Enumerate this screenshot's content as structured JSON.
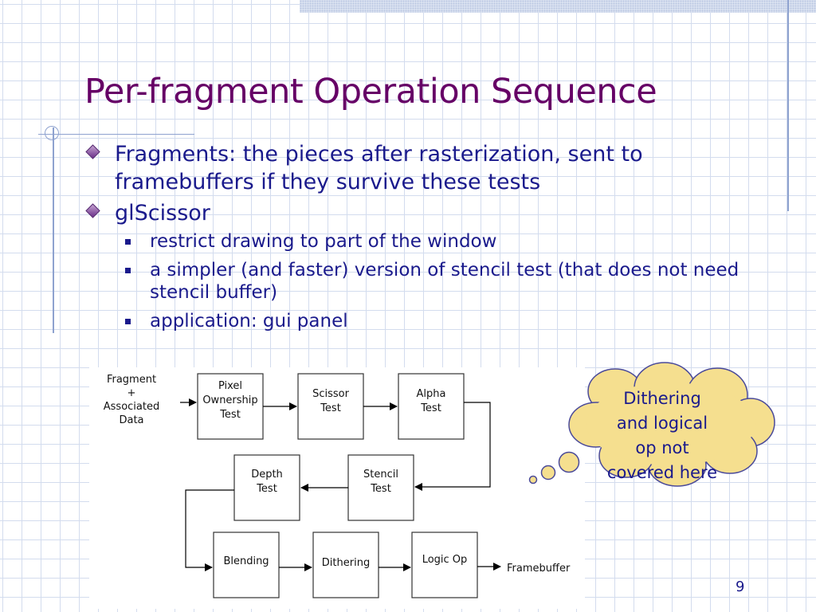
{
  "slide": {
    "title": "Per-fragment Operation Sequence",
    "page_number": "9"
  },
  "bullets": [
    {
      "text": "Fragments: the pieces after rasterization, sent to framebuffers if they survive these tests"
    },
    {
      "text": "glScissor"
    }
  ],
  "sub_bullets": [
    {
      "text": "restrict drawing to part of the window"
    },
    {
      "text": "a simpler (and faster) version of stencil test (that does not need stencil buffer)"
    },
    {
      "text": "application: gui panel"
    }
  ],
  "diagram": {
    "input_label": [
      "Fragment",
      "+",
      "Associated",
      "Data"
    ],
    "stages": [
      {
        "lines": [
          "Pixel",
          "Ownership",
          "Test"
        ]
      },
      {
        "lines": [
          "Scissor",
          "Test"
        ]
      },
      {
        "lines": [
          "Alpha",
          "Test"
        ]
      },
      {
        "lines": [
          "Stencil",
          "Test"
        ]
      },
      {
        "lines": [
          "Depth",
          "Test"
        ]
      },
      {
        "lines": [
          "Blending"
        ]
      },
      {
        "lines": [
          "Dithering"
        ]
      },
      {
        "lines": [
          "Logic Op"
        ]
      }
    ],
    "output_label": "Framebuffer"
  },
  "callout": {
    "text": "Dithering\nand logical\nop not\ncovered here",
    "fill_color": "#f5df8f",
    "border_color": "#4a4a9a"
  },
  "colors": {
    "title": "#660066",
    "body_text": "#1a1a8c",
    "grid_line": "#d3dcee",
    "accent_line": "#8ea2cf"
  }
}
